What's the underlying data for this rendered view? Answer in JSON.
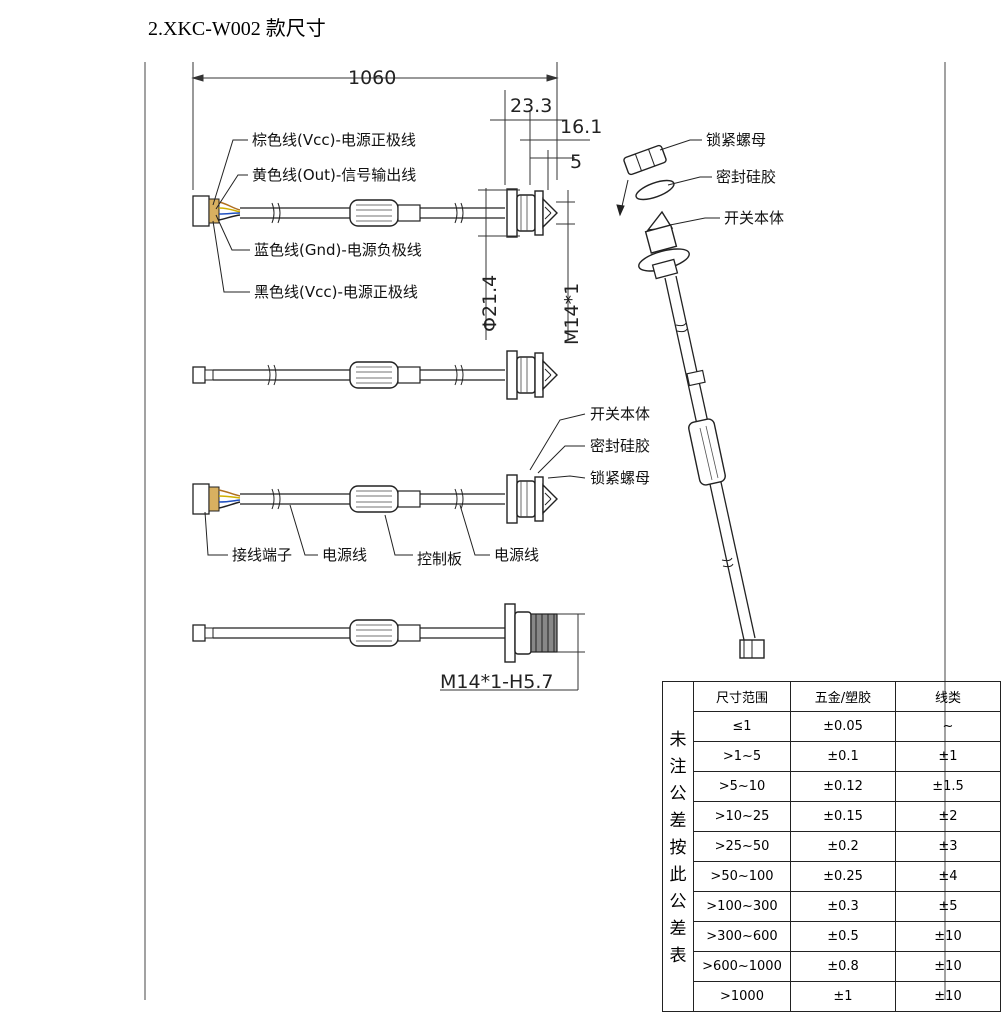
{
  "title": "2.XKC-W002 款尺寸",
  "dimensions": {
    "cable_length": "1060",
    "d_23_3": "23.3",
    "d_16_1": "16.1",
    "d_5": "5",
    "diameter": "Φ21.4",
    "thread": "M14*1",
    "thread_height": "M14*1-H5.7"
  },
  "wire_labels": {
    "brown": "棕色线(Vcc)-电源正极线",
    "yellow": "黄色线(Out)-信号输出线",
    "blue": "蓝色线(Gnd)-电源负极线",
    "black": "黑色线(Vcc)-电源正极线"
  },
  "part_labels": {
    "switch_body": "开关本体",
    "seal": "密封硅胶",
    "lock_nut": "锁紧螺母",
    "connector": "接线端子",
    "power_cable_1": "电源线",
    "control_board": "控制板",
    "power_cable_2": "电源线"
  },
  "exploded_labels": {
    "lock_nut": "锁紧螺母",
    "seal": "密封硅胶",
    "switch_body": "开关本体"
  },
  "tolerance_table": {
    "side_note": [
      "未",
      "注",
      "公",
      "差",
      "按",
      "此",
      "公",
      "差",
      "表"
    ],
    "headers": [
      "尺寸范围",
      "五金/塑胶",
      "线类"
    ],
    "rows": [
      [
        "≤1",
        "±0.05",
        "~"
      ],
      [
        ">1~5",
        "±0.1",
        "±1"
      ],
      [
        ">5~10",
        "±0.12",
        "±1.5"
      ],
      [
        ">10~25",
        "±0.15",
        "±2"
      ],
      [
        ">25~50",
        "±0.2",
        "±3"
      ],
      [
        ">50~100",
        "±0.25",
        "±4"
      ],
      [
        ">100~300",
        "±0.3",
        "±5"
      ],
      [
        ">300~600",
        "±0.5",
        "±10"
      ],
      [
        ">600~1000",
        "±0.8",
        "±10"
      ],
      [
        ">1000",
        "±1",
        "±10"
      ]
    ]
  }
}
